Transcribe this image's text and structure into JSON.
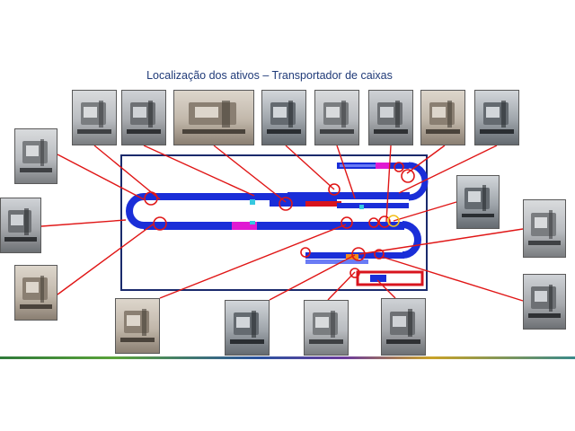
{
  "slide": {
    "title": "Localização dos ativos – Transportador de caixas"
  },
  "colors": {
    "title_text": "#1f3a78",
    "frame": "#1a2a6c",
    "conveyor": "#1a2ed8",
    "conveyor_light": "#6a7cf5",
    "callout_line": "#e01616",
    "magenta_segment": "#e01ad2",
    "red_segment": "#d8141e",
    "marker_yellow": "#f2c01c",
    "stripe": [
      "#2f7a3a",
      "#5aa33a",
      "#2a52a0",
      "#6c3b9c",
      "#c9a227",
      "#3a8a8a"
    ]
  },
  "photos": [
    {
      "id": "top-1",
      "icon": "machine-photo-icon"
    },
    {
      "id": "top-2",
      "icon": "machine-photo-icon"
    },
    {
      "id": "top-3",
      "icon": "machine-photo-icon"
    },
    {
      "id": "top-4",
      "icon": "machine-photo-icon"
    },
    {
      "id": "top-5",
      "icon": "machine-photo-icon"
    },
    {
      "id": "top-6",
      "icon": "machine-photo-icon"
    },
    {
      "id": "top-7",
      "icon": "machine-photo-icon"
    },
    {
      "id": "top-8",
      "icon": "machine-photo-icon"
    },
    {
      "id": "left-1",
      "icon": "machine-photo-icon"
    },
    {
      "id": "left-2",
      "icon": "machine-photo-icon"
    },
    {
      "id": "left-3",
      "icon": "machine-photo-icon"
    },
    {
      "id": "right-1",
      "icon": "machine-photo-icon"
    },
    {
      "id": "right-2",
      "icon": "machine-photo-icon"
    },
    {
      "id": "right-3",
      "icon": "machine-photo-icon"
    },
    {
      "id": "bottom-1",
      "icon": "machine-photo-icon"
    },
    {
      "id": "bottom-2",
      "icon": "machine-photo-icon"
    },
    {
      "id": "bottom-3",
      "icon": "machine-photo-icon"
    },
    {
      "id": "bottom-4",
      "icon": "conveyor-photo-icon"
    }
  ]
}
